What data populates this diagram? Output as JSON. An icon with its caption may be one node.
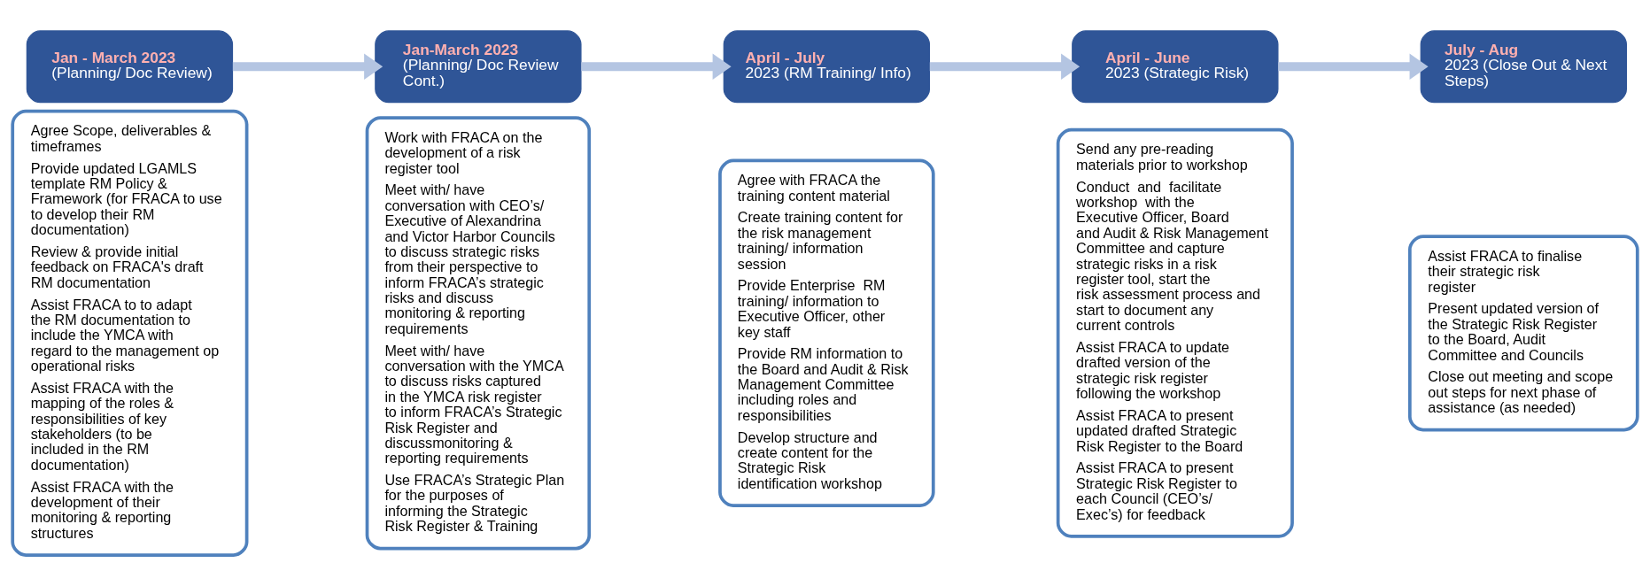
{
  "diagram": {
    "nodes": [
      {
        "text": [
          "Jan - March 2023",
          "(Planning/ Doc Review)"
        ]
      },
      {
        "text": [
          "Agree Scope, deliverables & timeframes",
          "Provide updated LGAMLS template RM Policy & Framework (for FRACA to use to develop their RM documentation)",
          "Review & provide initial feedback on FRACA's draft RM documentation",
          "Assist FRACA to to adapt the RM documentation to include the YMCA with regard to the management op operational risks",
          "Assist FRACA with the mapping of the roles & responsibilities of key stakeholders (to be included in the RM documentation)",
          "Assist FRACA with the development of their monitoring & reporting structures"
        ]
      },
      {
        "text": [
          "Jan-March 2023",
          "(Planning/ Doc Review Cont.)"
        ]
      },
      {
        "text": [
          "Work with FRACA on the development of a risk register tool",
          "Meet with/ have conversation with CEO’s/ Executive of Alexandrina and Victor Harbor Councils to discuss strategic risks from their perspective to inform FRACA’s strategic risks and discuss monitoring & reporting requirements",
          "Meet with/ have conversation with the YMCA to discuss risks captured in the YMCA risk register to inform FRACA’s Strategic Risk Register and discussmonitoring & reporting requirements",
          "Use FRACA’s Strategic Plan for the purposes of informing the Strategic Risk Register & Training"
        ]
      },
      {
        "text": [
          "April - July",
          "2023 (RM Training/ Info)"
        ]
      },
      {
        "text": [
          "Agree with FRACA the training content material",
          "Create training content for the risk management training/ information session",
          "Provide Enterprise  RM training/ information to Executive Officer, other key staff",
          "Provide RM information to the Board and Audit & Risk Management Committee including roles and responsibilities",
          "Develop structure and create content for the Strategic Risk identification workshop"
        ]
      },
      {
        "text": [
          "April - June",
          "2023 (Strategic Risk)"
        ]
      },
      {
        "text": [
          "Send any pre-reading materials prior to workshop",
          "Conduct  and  facilitate workshop  with the Executive Officer, Board and Audit & Risk Management Committee and capture strategic risks in a risk register tool, start the risk assessment process and start to document any current controls",
          "Assist FRACA to update drafted version of the strategic risk register following the workshop",
          "Assist FRACA to present updated drafted Strategic Risk Register to the Board",
          "Assist FRACA to present Strategic Risk Register to each Council (CEO’s/ Exec’s) for feedback"
        ]
      },
      {
        "text": [
          "July - Aug",
          "2023 (Close Out & Next Steps)"
        ]
      },
      {
        "text": [
          "Assist FRACA to finalise their strategic risk register",
          "Present updated version of the Strategic Risk Register to the Board, Audit Committee and Councils",
          "Close out meeting and scope out steps for next phase of assistance (as needed)"
        ]
      }
    ],
    "edges": [
      {
        "from": 0,
        "to": 2,
        "arrow": "to"
      },
      {
        "from": 2,
        "to": 4,
        "arrow": "to"
      },
      {
        "from": 4,
        "to": 6,
        "arrow": "to"
      },
      {
        "from": 6,
        "to": 8,
        "arrow": "to"
      }
    ]
  }
}
